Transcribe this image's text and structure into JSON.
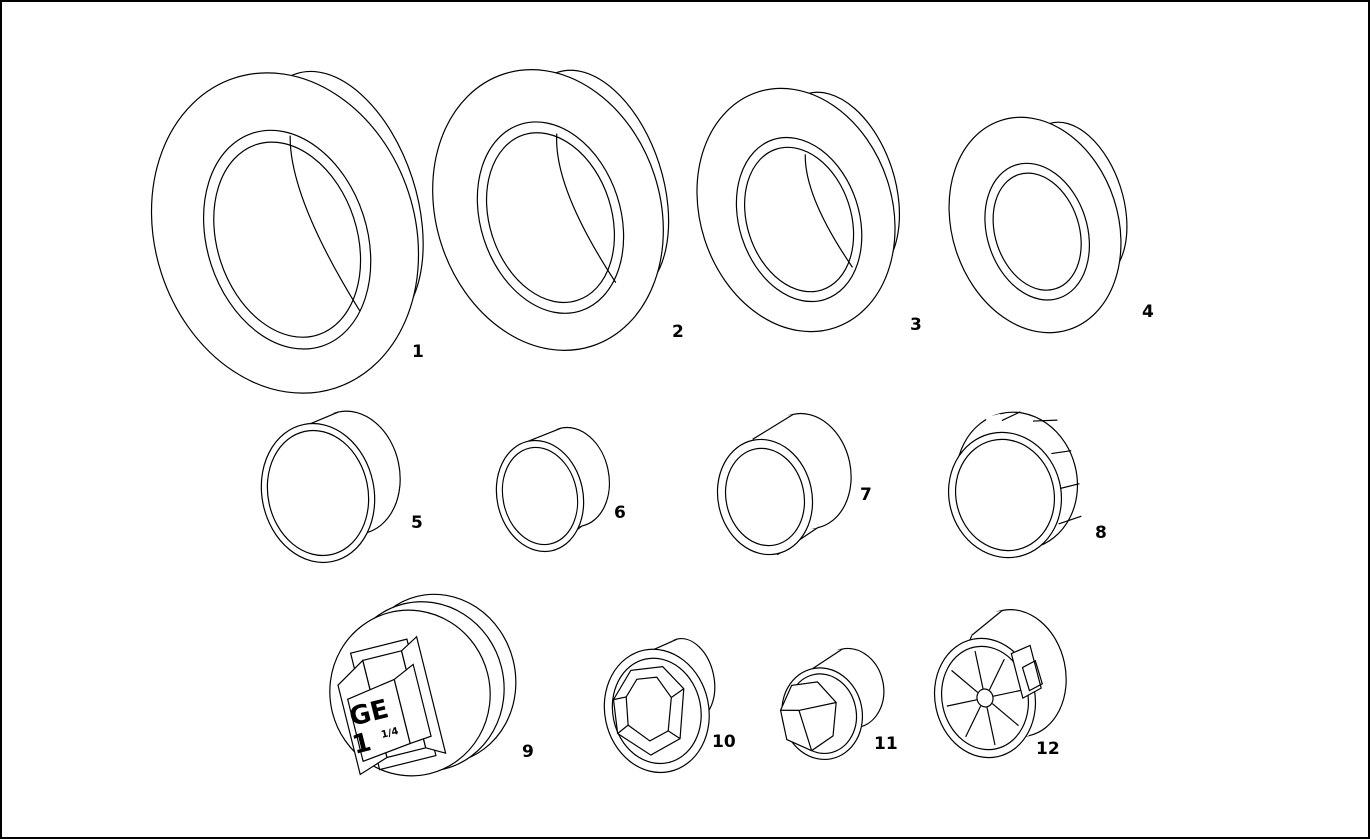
{
  "figure": {
    "stroke_color": "#000000",
    "background": "#ffffff",
    "parts": [
      {
        "label": "1",
        "kind": "flanged sleeve"
      },
      {
        "label": "2",
        "kind": "flanged sleeve"
      },
      {
        "label": "3",
        "kind": "flanged sleeve"
      },
      {
        "label": "4",
        "kind": "flanged sleeve"
      },
      {
        "label": "5",
        "kind": "bushing"
      },
      {
        "label": "6",
        "kind": "bushing"
      },
      {
        "label": "7",
        "kind": "bushing"
      },
      {
        "label": "8",
        "kind": "ribbed cap"
      },
      {
        "label": "9",
        "kind": "large plug",
        "emboss": {
          "main": "GE",
          "sub": "1",
          "frac": "1/4"
        }
      },
      {
        "label": "10",
        "kind": "hex plug"
      },
      {
        "label": "11",
        "kind": "hex plug small"
      },
      {
        "label": "12",
        "kind": "slotted grommet"
      }
    ]
  }
}
